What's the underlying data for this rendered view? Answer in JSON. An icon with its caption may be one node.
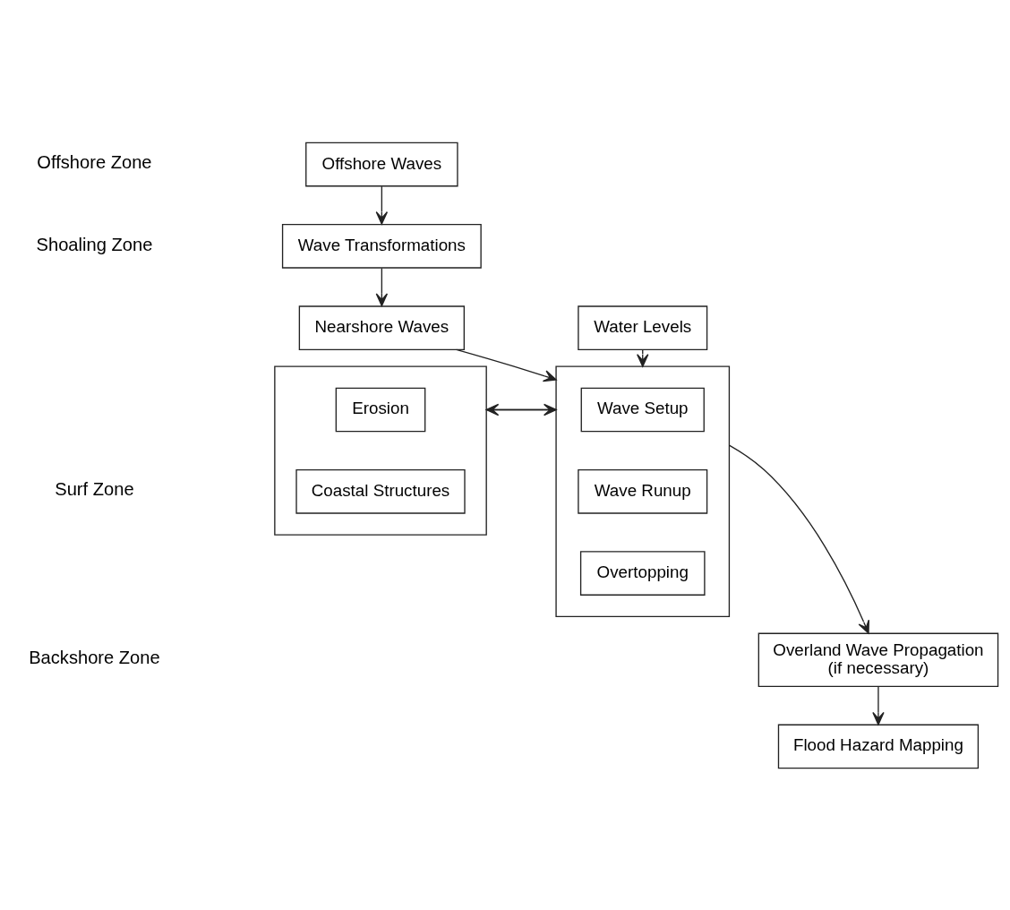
{
  "diagram": {
    "nodes": [
      {
        "text": [
          "Offshore Waves"
        ]
      },
      {
        "text": [
          "Wave Transformations"
        ]
      },
      {
        "text": [
          "Nearshore Waves"
        ]
      },
      {
        "text": [
          "Water Levels"
        ]
      },
      {
        "text": [],
        "shape": "box"
      },
      {
        "text": [
          "Erosion"
        ],
        "in": 4
      },
      {
        "text": [
          "Coastal Structures"
        ],
        "in": 4
      },
      {
        "text": [],
        "shape": "box"
      },
      {
        "text": [
          "Wave Setup"
        ],
        "in": 7
      },
      {
        "text": [
          "Wave Runup"
        ],
        "in": 7
      },
      {
        "text": [
          "Overtopping"
        ],
        "in": 7
      },
      {
        "text": [
          "Overland Wave Propagation",
          "(if necessary)"
        ]
      },
      {
        "text": [
          "Flood Hazard Mapping"
        ]
      }
    ],
    "edges": [
      {
        "from": 0,
        "to": 1,
        "arrow": "to"
      },
      {
        "from": 1,
        "to": 2,
        "arrow": "to"
      },
      {
        "from": 2,
        "to": 7,
        "arrow": "to"
      },
      {
        "from": 3,
        "to": 7,
        "arrow": "to"
      },
      {
        "from": 4,
        "to": 7,
        "arrow": "to"
      },
      {
        "from": 7,
        "to": 4,
        "arrow": "to"
      },
      {
        "from": 7,
        "to": 11,
        "arrow": "to"
      },
      {
        "from": 11,
        "to": 12,
        "arrow": "to"
      }
    ],
    "labels": [
      "Offshore Zone",
      "Shoaling Zone",
      "Surf Zone",
      "Backshore Zone"
    ]
  }
}
